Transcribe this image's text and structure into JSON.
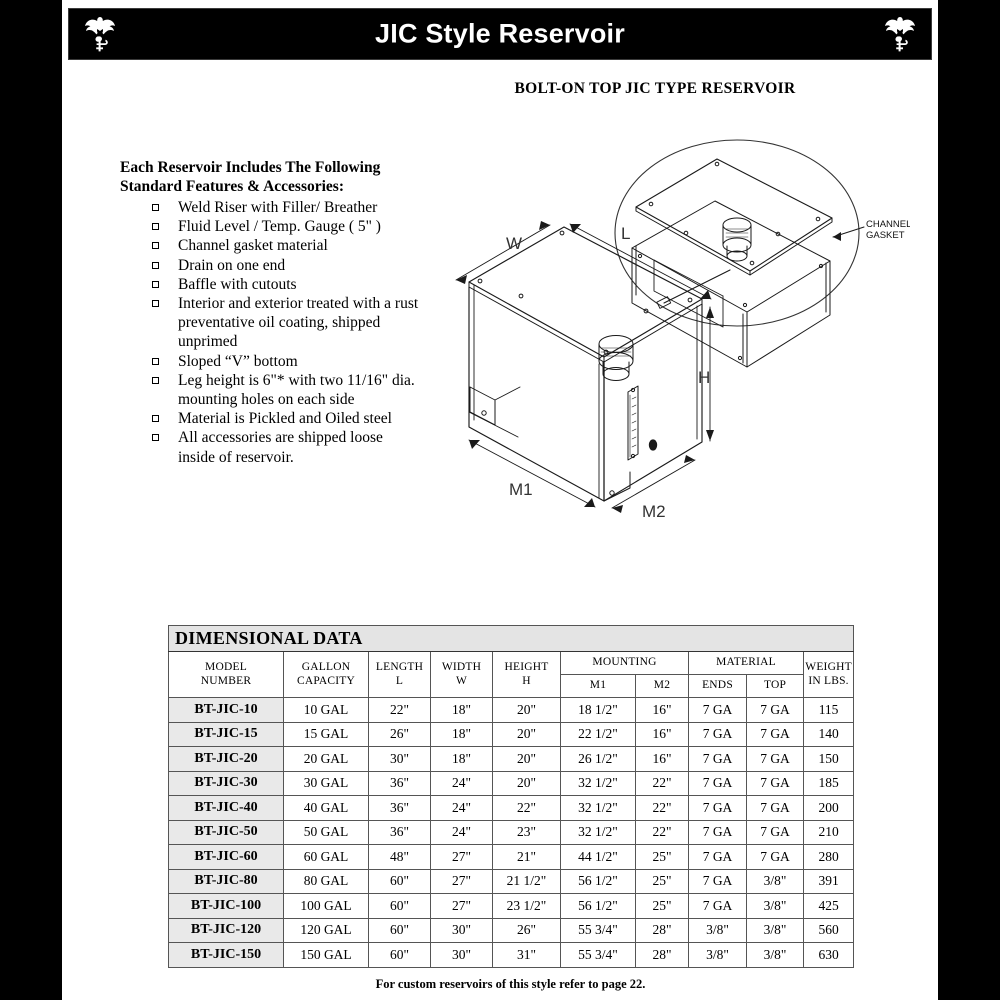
{
  "banner": {
    "title": "JIC Style Reservoir",
    "logo_left": "eagle-logo",
    "logo_right": "eagle-logo"
  },
  "subtitle": "BOLT-ON TOP JIC TYPE RESERVOIR",
  "features": {
    "heading_line1": "Each Reservoir Includes The Following",
    "heading_line2": "Standard Features & Accessories:",
    "items": [
      {
        "text": "Weld Riser with Filler/ Breather",
        "bullet": true
      },
      {
        "text": "Fluid Level / Temp. Gauge ( 5\" )",
        "bullet": true
      },
      {
        "text": "Channel gasket material",
        "bullet": true
      },
      {
        "text": "Drain on one end",
        "bullet": true
      },
      {
        "text": "Baffle with cutouts",
        "bullet": true
      },
      {
        "text": "Interior and exterior treated with a rust",
        "bullet": true
      },
      {
        "text": "preventative oil coating, shipped",
        "bullet": false
      },
      {
        "text": "unprimed",
        "bullet": false
      },
      {
        "text": "Sloped “V” bottom",
        "bullet": true
      },
      {
        "text": "Leg height is 6\"* with two 11/16\" dia.",
        "bullet": true
      },
      {
        "text": "mounting holes on each side",
        "bullet": false
      },
      {
        "text": "Material is Pickled and Oiled steel",
        "bullet": true
      },
      {
        "text": "All accessories are shipped loose",
        "bullet": true
      },
      {
        "text": " inside of reservoir.",
        "bullet": false
      }
    ]
  },
  "drawing": {
    "labels": {
      "w": "W",
      "l": "L",
      "h": "H",
      "m1": "M1",
      "m2": "M2",
      "channel_gasket_line1": "CHANNEL",
      "channel_gasket_line2": "GASKET"
    }
  },
  "table": {
    "title": "DIMENSIONAL DATA",
    "headers": {
      "model": [
        "MODEL",
        "NUMBER"
      ],
      "gallon": [
        "GALLON",
        "CAPACITY"
      ],
      "length": [
        "LENGTH",
        "L"
      ],
      "width": [
        "WIDTH",
        "W"
      ],
      "height": [
        "HEIGHT",
        "H"
      ],
      "mounting": "MOUNTING",
      "m1": "M1",
      "m2": "M2",
      "material": "MATERIAL",
      "ends": "ENDS",
      "top": "TOP",
      "weight": [
        "WEIGHT",
        "IN LBS."
      ]
    },
    "rows": [
      {
        "model": "BT-JIC-10",
        "gallon": "10 GAL",
        "length": "22\"",
        "width": "18\"",
        "height": "20\"",
        "m1": "18 1/2\"",
        "m2": "16\"",
        "ends": "7 GA",
        "top": "7 GA",
        "weight": "115"
      },
      {
        "model": "BT-JIC-15",
        "gallon": "15 GAL",
        "length": "26\"",
        "width": "18\"",
        "height": "20\"",
        "m1": "22 1/2\"",
        "m2": "16\"",
        "ends": "7 GA",
        "top": "7 GA",
        "weight": "140"
      },
      {
        "model": "BT-JIC-20",
        "gallon": "20 GAL",
        "length": "30\"",
        "width": "18\"",
        "height": "20\"",
        "m1": "26 1/2\"",
        "m2": "16\"",
        "ends": "7 GA",
        "top": "7 GA",
        "weight": "150"
      },
      {
        "model": "BT-JIC-30",
        "gallon": "30 GAL",
        "length": "36\"",
        "width": "24\"",
        "height": "20\"",
        "m1": "32 1/2\"",
        "m2": "22\"",
        "ends": "7 GA",
        "top": "7 GA",
        "weight": "185"
      },
      {
        "model": "BT-JIC-40",
        "gallon": "40 GAL",
        "length": "36\"",
        "width": "24\"",
        "height": "22\"",
        "m1": "32 1/2\"",
        "m2": "22\"",
        "ends": "7 GA",
        "top": "7 GA",
        "weight": "200"
      },
      {
        "model": "BT-JIC-50",
        "gallon": "50 GAL",
        "length": "36\"",
        "width": "24\"",
        "height": "23\"",
        "m1": "32 1/2\"",
        "m2": "22\"",
        "ends": "7 GA",
        "top": "7 GA",
        "weight": "210"
      },
      {
        "model": "BT-JIC-60",
        "gallon": "60 GAL",
        "length": "48\"",
        "width": "27\"",
        "height": "21\"",
        "m1": "44 1/2\"",
        "m2": "25\"",
        "ends": "7 GA",
        "top": "7 GA",
        "weight": "280"
      },
      {
        "model": "BT-JIC-80",
        "gallon": "80 GAL",
        "length": "60\"",
        "width": "27\"",
        "height": "21 1/2\"",
        "m1": "56 1/2\"",
        "m2": "25\"",
        "ends": "7 GA",
        "top": "3/8\"",
        "weight": "391"
      },
      {
        "model": "BT-JIC-100",
        "gallon": "100 GAL",
        "length": "60\"",
        "width": "27\"",
        "height": "23 1/2\"",
        "m1": "56 1/2\"",
        "m2": "25\"",
        "ends": "7 GA",
        "top": "3/8\"",
        "weight": "425"
      },
      {
        "model": "BT-JIC-120",
        "gallon": "120 GAL",
        "length": "60\"",
        "width": "30\"",
        "height": "26\"",
        "m1": "55 3/4\"",
        "m2": "28\"",
        "ends": "3/8\"",
        "top": "3/8\"",
        "weight": "560"
      },
      {
        "model": "BT-JIC-150",
        "gallon": "150 GAL",
        "length": "60\"",
        "width": "30\"",
        "height": "31\"",
        "m1": "55 3/4\"",
        "m2": "28\"",
        "ends": "3/8\"",
        "top": "3/8\"",
        "weight": "630"
      }
    ]
  },
  "footnote": "For custom  reservoirs of this style refer to page 22.",
  "colors": {
    "banner_bg": "#000000",
    "banner_text": "#ffffff",
    "table_title_bg": "#e4e4e4",
    "model_col_bg": "#e9e9e9",
    "border": "#555555"
  }
}
